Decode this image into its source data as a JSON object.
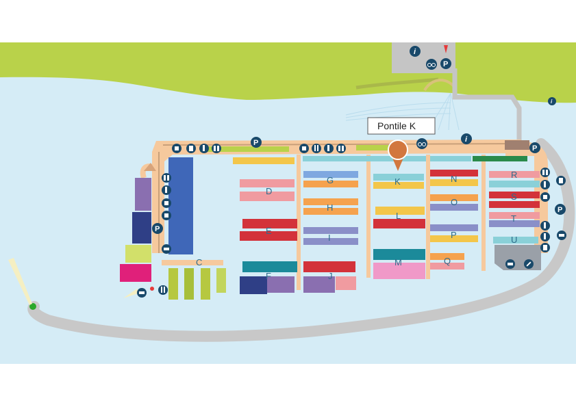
{
  "map": {
    "callout": "Pontile K",
    "piers": [
      "C",
      "D",
      "E",
      "F",
      "G",
      "H",
      "I",
      "J",
      "K",
      "L",
      "M",
      "N",
      "O",
      "P",
      "Q",
      "R",
      "S",
      "T",
      "U"
    ],
    "parking_label": "P",
    "info_label": "i",
    "colors": {
      "land": "#b9d24a",
      "water": "#d5ecf6",
      "quay": "#f6c99d",
      "breakwater": "#c8c8c8",
      "icon": "#19496a",
      "pin": "#d2773e",
      "label": "#2e6c8c"
    },
    "icons": [
      "parking-icon",
      "info-icon",
      "toilet-icon",
      "shower-icon",
      "coffee-icon",
      "restaurant-icon",
      "waste-bin-icon",
      "bicycle-icon",
      "boat-ramp-icon",
      "car-icon",
      "repair-wrench-icon",
      "fuel-icon",
      "location-pin-icon",
      "north-arrow-icon"
    ]
  }
}
